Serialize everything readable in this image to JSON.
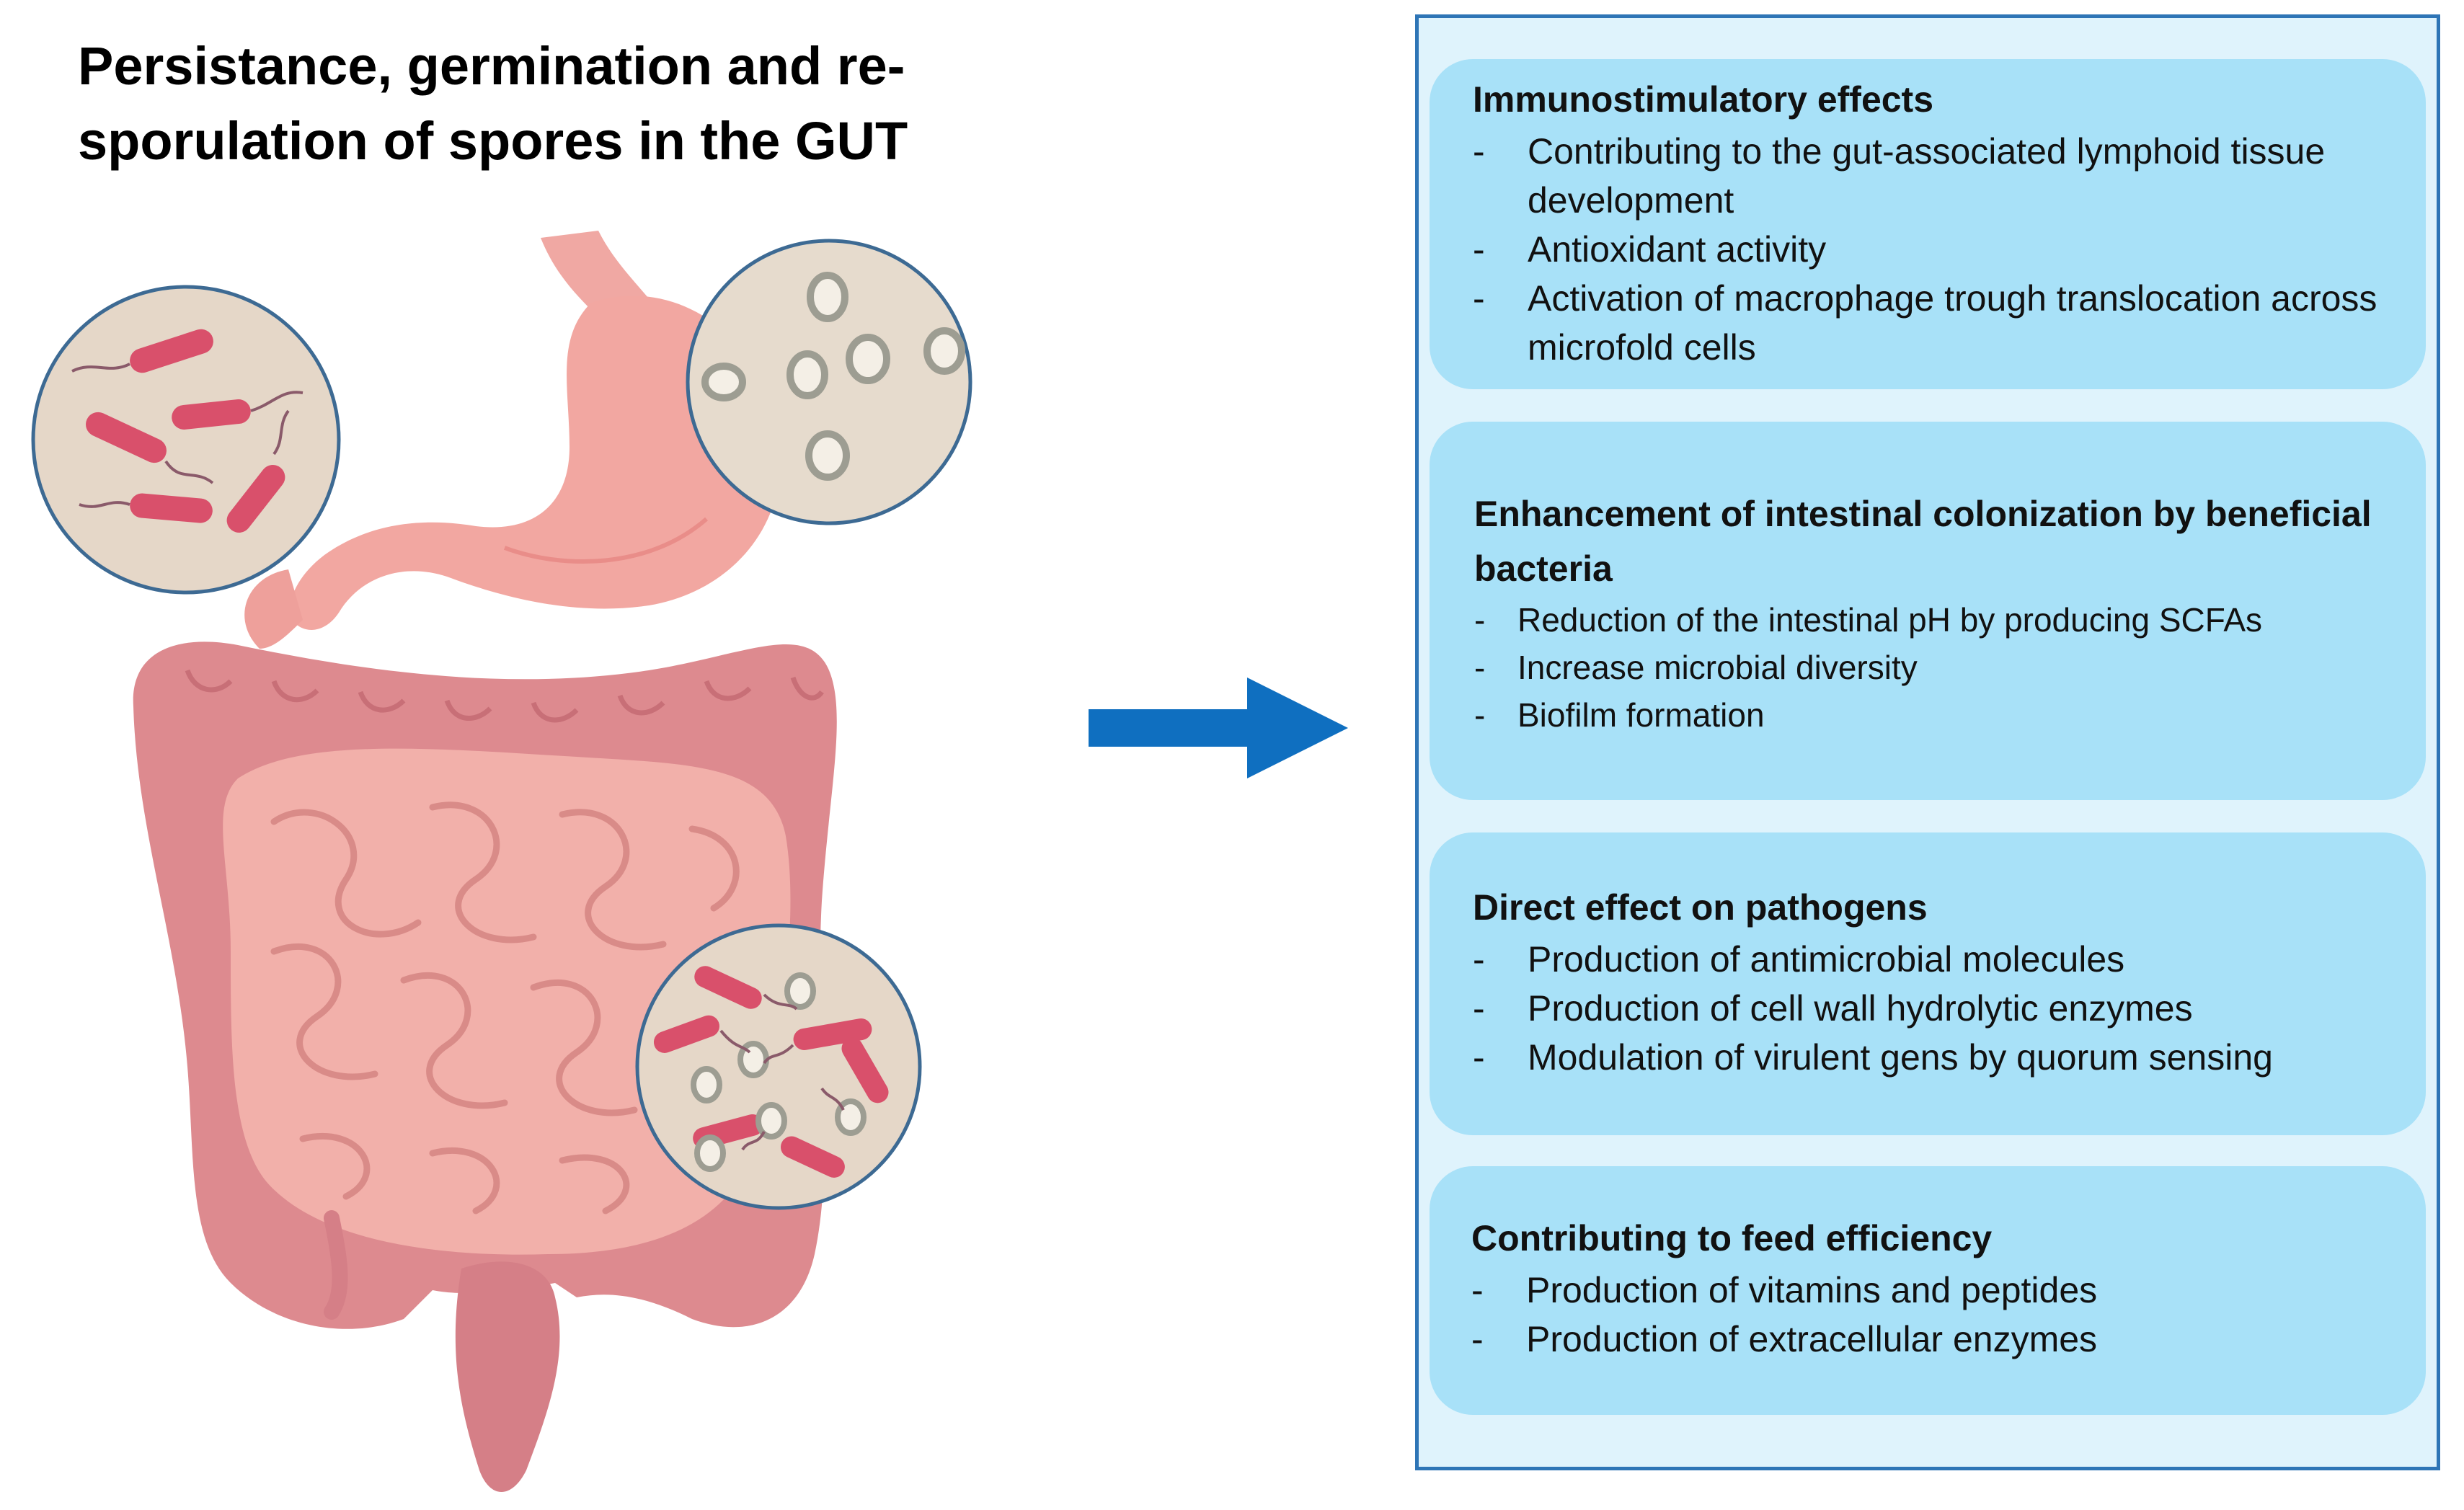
{
  "title": "Persistance, germination and re-sporulation of spores in the GUT",
  "colors": {
    "panel_border": "#2e75b6",
    "panel_bg": "#dff3fc",
    "card_bg": "#a8e1f8",
    "arrow": "#0f6fc0",
    "intestine": "#e29597",
    "stomach": "#f3a9a4",
    "bacteria": "#d9506b",
    "magnifier_bg": "#e5d7c8"
  },
  "cards": [
    {
      "heading": "Immunostimulatory effects",
      "items": [
        "Contributing to the gut-associated lymphoid tissue development",
        "Antioxidant activity",
        "Activation of macrophage trough translocation across microfold cells"
      ]
    },
    {
      "heading": "Enhancement of intestinal colonization by beneficial bacteria",
      "items": [
        "Reduction of the intestinal pH by producing SCFAs",
        "Increase microbial diversity",
        "Biofilm formation"
      ]
    },
    {
      "heading": "Direct effect on pathogens",
      "items": [
        "Production of antimicrobial molecules",
        "Production of cell wall  hydrolytic enzymes",
        "Modulation of virulent gens by quorum sensing"
      ]
    },
    {
      "heading": "Contributing to feed efficiency",
      "items": [
        "Production of vitamins and peptides",
        "Production of extracellular enzymes"
      ]
    }
  ]
}
